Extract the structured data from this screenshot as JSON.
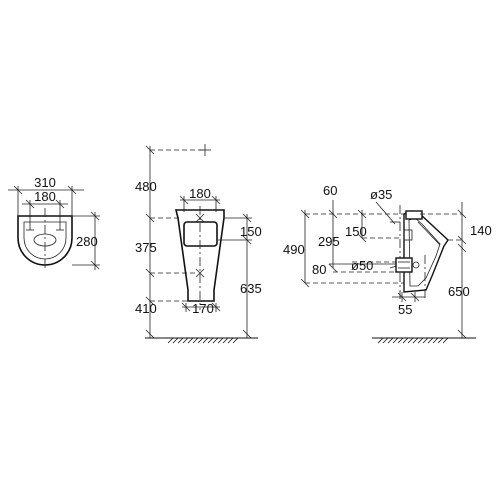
{
  "front_view": {
    "width_outer": "310",
    "width_inner": "180",
    "depth": "280"
  },
  "side_view": {
    "top_to_fixing": "480",
    "bowl_width": "180",
    "fixing_to_fixing": "375",
    "inlet_height": "150",
    "bottom_to_floor": "410",
    "base_width": "170",
    "outlet_to_floor": "635"
  },
  "profile_view": {
    "projection_top": "60",
    "inlet_diameter": "ø35",
    "total_height": "490",
    "inlet_drop": "150",
    "outlet_to_inlet": "295",
    "outlet_depth": "80",
    "outlet_diameter": "ø50",
    "front_projection": "140",
    "outlet_offset": "55",
    "floor_height": "650"
  }
}
